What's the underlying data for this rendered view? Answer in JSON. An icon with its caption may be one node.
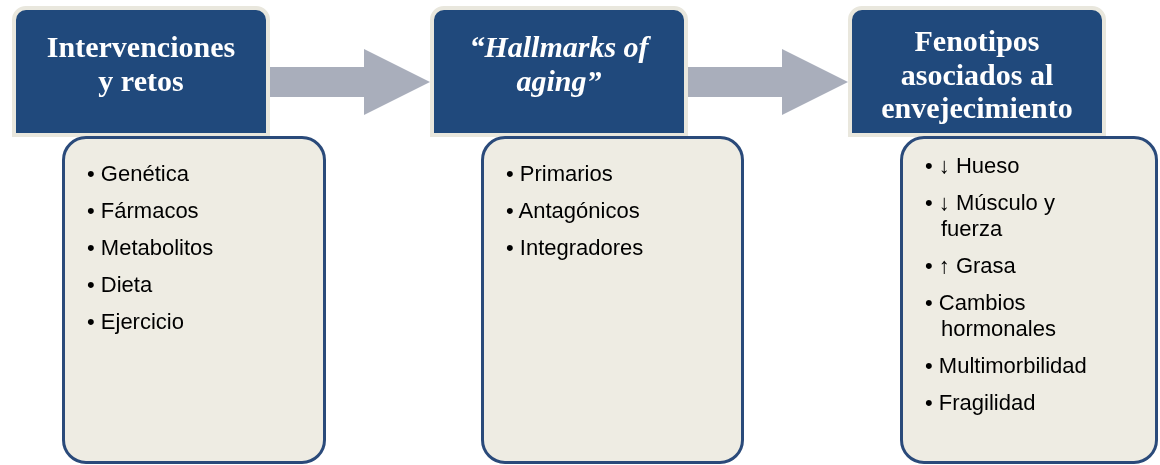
{
  "diagram": {
    "nodes": [
      {
        "text": [
          "Intervenciones y retos"
        ]
      },
      {
        "text": [
          "• Genética",
          "• Fármacos",
          "• Metabolitos",
          "• Dieta",
          "• Ejercicio"
        ]
      },
      {
        "text": [
          "“Hallmarks of aging”"
        ]
      },
      {
        "text": [
          "• Primarios",
          "• Antagónicos",
          "• Integradores"
        ]
      },
      {
        "text": [
          "Fenotipos asociados al envejecimiento"
        ]
      },
      {
        "text": [
          "• ↓ Hueso",
          "• ↓ Músculo y fuerza",
          "• ↑ Grasa",
          "• Cambios hormonales",
          "• Multimorbilidad",
          "• Fragilidad"
        ]
      }
    ],
    "edges": [
      {
        "from": 0,
        "to": 2,
        "arrow": "to"
      },
      {
        "from": 2,
        "to": 4,
        "arrow": "to"
      }
    ]
  }
}
